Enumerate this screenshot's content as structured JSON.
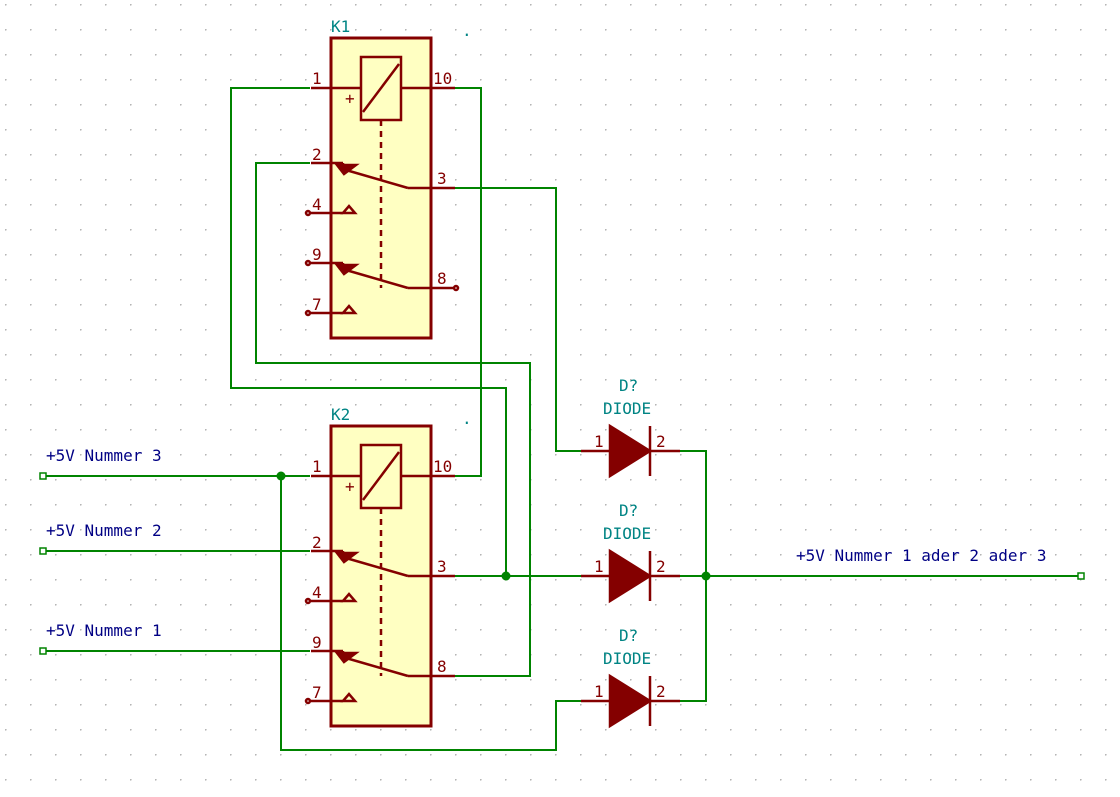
{
  "relays": [
    {
      "ref": "K1",
      "dot": ".",
      "pins": {
        "p1": "1",
        "p10": "10",
        "p2": "2",
        "p3": "3",
        "p4": "4",
        "p9": "9",
        "p8": "8",
        "p7": "7"
      },
      "plus": "+"
    },
    {
      "ref": "K2",
      "dot": ".",
      "pins": {
        "p1": "1",
        "p10": "10",
        "p2": "2",
        "p3": "3",
        "p4": "4",
        "p9": "9",
        "p8": "8",
        "p7": "7"
      },
      "plus": "+"
    }
  ],
  "diodes": [
    {
      "ref": "D?",
      "value": "DIODE",
      "pin1": "1",
      "pin2": "2"
    },
    {
      "ref": "D?",
      "value": "DIODE",
      "pin1": "1",
      "pin2": "2"
    },
    {
      "ref": "D?",
      "value": "DIODE",
      "pin1": "1",
      "pin2": "2"
    }
  ],
  "net_labels": {
    "in3": "+5V Nummer 3",
    "in2": "+5V Nummer 2",
    "in1": "+5V Nummer 1",
    "out": "+5V Nummer 1 ader 2 ader 3"
  },
  "colors": {
    "background": "#ffffff",
    "grid_dot": "#b4b4b4",
    "wire": "#008400",
    "symbol": "#840000",
    "symbol_fill": "#ffffc2",
    "reference_text": "#008484",
    "net_label_text": "#000084"
  }
}
